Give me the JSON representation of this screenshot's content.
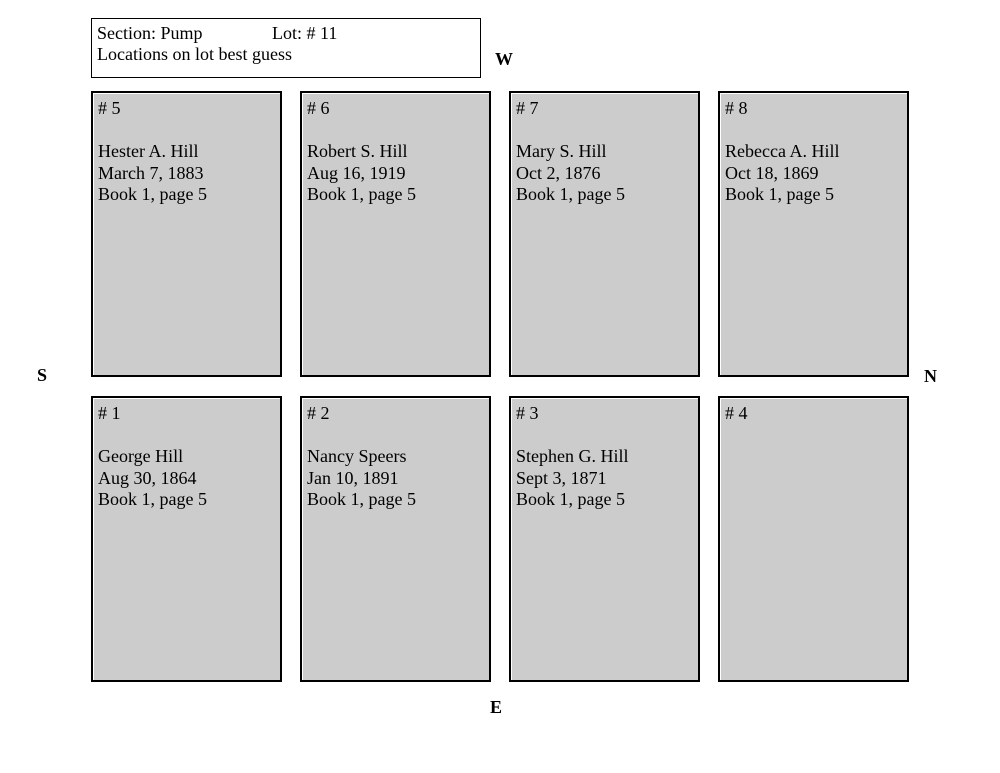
{
  "header": {
    "section_label": "Section:  Pump",
    "lot_label": "Lot: #   11",
    "note": "Locations on lot best guess"
  },
  "compass": {
    "west": "W",
    "south": "S",
    "north": "N",
    "east": "E"
  },
  "plots": {
    "p5": {
      "number": "# 5",
      "name": "Hester A. Hill",
      "date": "March 7, 1883",
      "record": "Book 1, page 5"
    },
    "p6": {
      "number": "# 6",
      "name": "Robert S. Hill",
      "date": "Aug 16, 1919",
      "record": "Book 1, page 5"
    },
    "p7": {
      "number": "# 7",
      "name": "Mary S. Hill",
      "date": "Oct 2, 1876",
      "record": "Book 1, page 5"
    },
    "p8": {
      "number": "# 8",
      "name": "Rebecca A. Hill",
      "date": "Oct 18, 1869",
      "record": "Book 1, page 5"
    },
    "p1": {
      "number": "# 1",
      "name": "George Hill",
      "date": "Aug 30, 1864",
      "record": "Book 1, page 5"
    },
    "p2": {
      "number": "# 2",
      "name": "Nancy Speers",
      "date": "Jan 10, 1891",
      "record": "Book 1, page 5"
    },
    "p3": {
      "number": "# 3",
      "name": "Stephen G. Hill",
      "date": "Sept 3, 1871",
      "record": "Book 1, page 5"
    },
    "p4": {
      "number": "# 4",
      "name": "",
      "date": "",
      "record": ""
    }
  },
  "colors": {
    "plot_fill": "#cccccc",
    "border": "#000000"
  }
}
